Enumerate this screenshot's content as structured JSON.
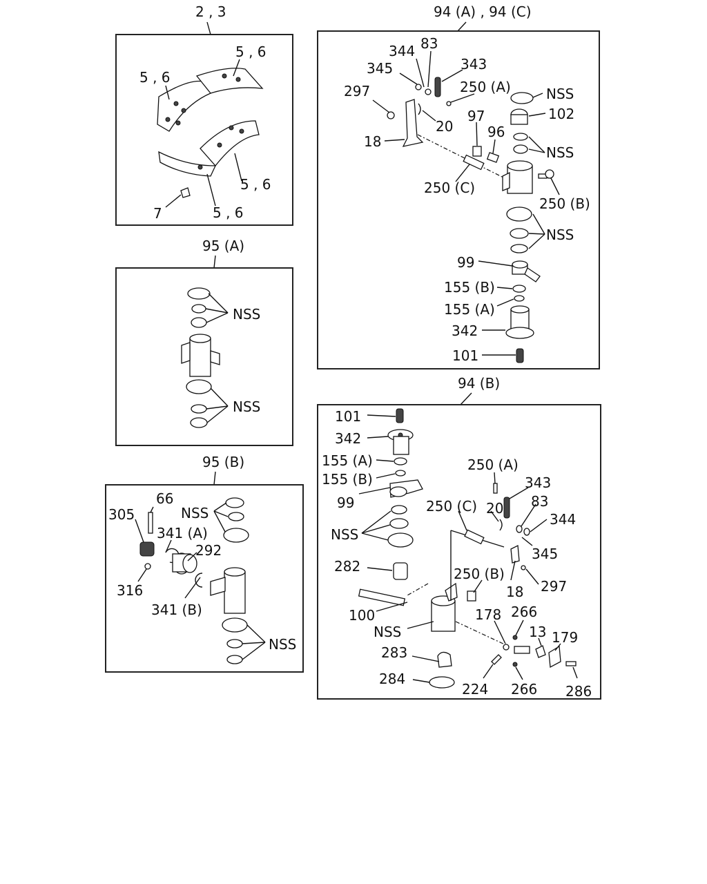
{
  "panels": {
    "linings": {
      "title": "2 , 3",
      "labels": [
        "5 , 6",
        "5 , 6",
        "5 , 6",
        "5 , 6",
        "7"
      ]
    },
    "p95a": {
      "title": "95 (A)",
      "labels": [
        "NSS",
        "NSS"
      ]
    },
    "p95b": {
      "title": "95 (B)",
      "labels": [
        "66",
        "305",
        "NSS",
        "341 (A)",
        "292",
        "316",
        "341 (B)",
        "NSS"
      ]
    },
    "p94ac": {
      "title": "94 (A) , 94 (C)",
      "labels": [
        "344",
        "83",
        "345",
        "343",
        "297",
        "250 (A)",
        "NSS",
        "102",
        "20",
        "97",
        "96",
        "18",
        "NSS",
        "250 (C)",
        "250 (B)",
        "NSS",
        "99",
        "155 (B)",
        "155 (A)",
        "342",
        "101"
      ]
    },
    "p94b": {
      "title": "94 (B)",
      "labels": [
        "101",
        "342",
        "155 (A)",
        "155 (B)",
        "250 (A)",
        "343",
        "99",
        "20",
        "83",
        "250 (C)",
        "344",
        "NSS",
        "345",
        "282",
        "250 (B)",
        "18",
        "297",
        "178",
        "266",
        "100",
        "NSS",
        "13",
        "179",
        "283",
        "284",
        "224",
        "266",
        "286"
      ]
    }
  }
}
